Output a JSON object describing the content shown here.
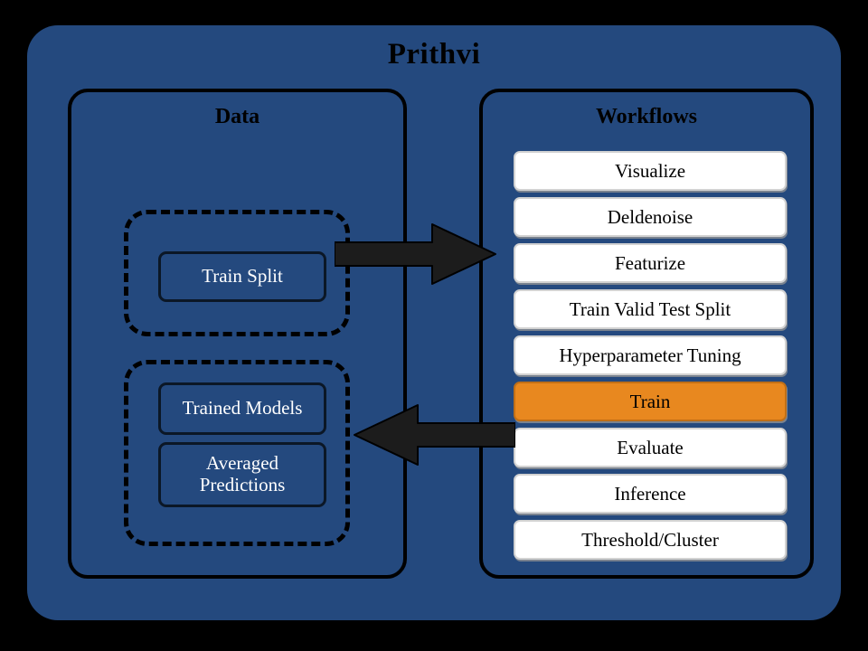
{
  "title": "Prithvi",
  "colors": {
    "background": "#000000",
    "panel_blue": "#24497E",
    "highlight_orange": "#E8881F",
    "box_white": "#FFFFFF",
    "outline_black": "#000000",
    "box_text_white": "#FFFFFF"
  },
  "data_panel": {
    "title": "Data",
    "groups": [
      {
        "name": "inputs",
        "boxes": [
          {
            "label": "Train Split"
          }
        ]
      },
      {
        "name": "outputs",
        "boxes": [
          {
            "label": "Trained Models"
          },
          {
            "label": "Averaged\nPredictions",
            "line1": "Averaged",
            "line2": "Predictions"
          }
        ]
      }
    ]
  },
  "workflows_panel": {
    "title": "Workflows",
    "items": [
      {
        "label": "Visualize",
        "highlighted": false
      },
      {
        "label": "Deldenoise",
        "highlighted": false
      },
      {
        "label": "Featurize",
        "highlighted": false
      },
      {
        "label": "Train Valid Test Split",
        "highlighted": false
      },
      {
        "label": "Hyperparameter Tuning",
        "highlighted": false
      },
      {
        "label": "Train",
        "highlighted": true
      },
      {
        "label": "Evaluate",
        "highlighted": false
      },
      {
        "label": "Inference",
        "highlighted": false
      },
      {
        "label": "Threshold/Cluster",
        "highlighted": false
      }
    ]
  },
  "arrows": [
    {
      "name": "data-to-workflows",
      "direction": "right"
    },
    {
      "name": "workflows-to-data",
      "direction": "left"
    }
  ]
}
